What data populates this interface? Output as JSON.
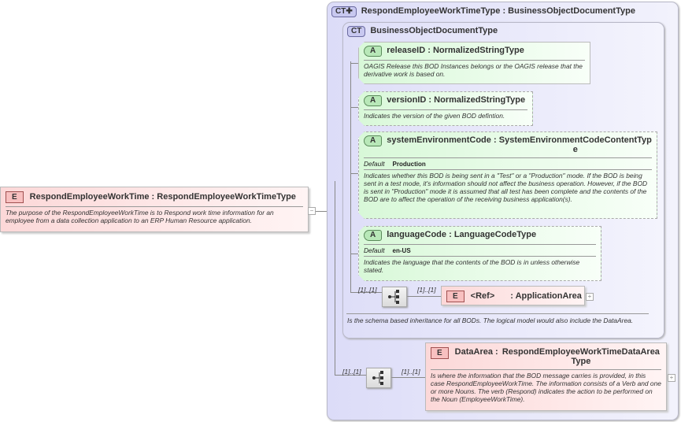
{
  "root": {
    "badge": "E",
    "name": "RespondEmployeeWorkTime",
    "type": "RespondEmployeeWorkTimeType",
    "doc": "The purpose of the RespondEmployeeWorkTime is to Respond work time information for an employee from a data collection application to an ERP Human Resource application.",
    "toggle": "−"
  },
  "outer_type": {
    "badge": "CT",
    "name": "RespondEmployeeWorkTimeType",
    "base": "BusinessObjectDocumentType"
  },
  "inner_type": {
    "badge": "CT",
    "name": "BusinessObjectDocumentType",
    "doc": "Is the schema based inheritance for all BODs. The logical model would also include the DataArea."
  },
  "attributes": [
    {
      "badge": "A",
      "name": "releaseID",
      "type": "NormalizedStringType",
      "doc": "OAGIS Release this BOD Instances belongs or the OAGIS release that the derivative work is based on."
    },
    {
      "badge": "A",
      "name": "versionID",
      "type": "NormalizedStringType",
      "doc": "Indicates the version of the given BOD defintion."
    },
    {
      "badge": "A",
      "name": "systemEnvironmentCode",
      "type": "SystemEnvironmentCodeContentType",
      "default_label": "Default",
      "default": "Production",
      "doc": "Indicates whether this BOD is being sent in a \"Test\" or a \"Production\" mode. If the BOD is being sent in a test mode, it's information should not affect the business operation. However, if the BOD is sent in \"Production\" mode it is assumed that all test has been complete and the contents of the BOD are to affect the operation of the receiving business application(s)."
    },
    {
      "badge": "A",
      "name": "languageCode",
      "type": "LanguageCodeType",
      "default_label": "Default",
      "default": "en-US",
      "doc": "Indicates the language that the contents of the BOD is in unless otherwise stated."
    }
  ],
  "app_area": {
    "seq_card": "[1]..[1]",
    "elem_card": "[1]..[1]",
    "badge": "E",
    "ref": "<Ref>",
    "name": "ApplicationArea",
    "expand": "+"
  },
  "data_area": {
    "seq_card": "[1]..[1]",
    "elem_card": "[1]..[1]",
    "badge": "E",
    "name": "DataArea",
    "type": "RespondEmployeeWorkTimeDataAreaType",
    "doc": "Is where the information that the BOD message carries is provided, in this case RespondEmployeeWorkTime. The information consists of a Verb and one or more Nouns. The verb (Respond) indicates the action to be performed on the Noun (EmployeeWorkTime).",
    "expand": "+"
  }
}
